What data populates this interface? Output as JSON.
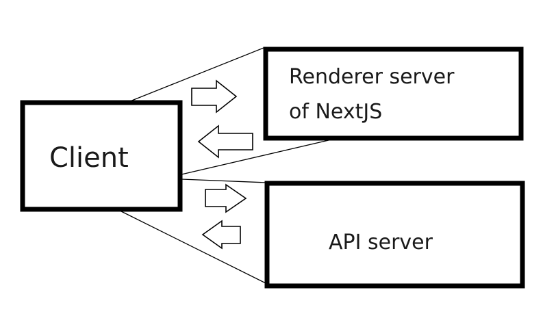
{
  "nodes": {
    "client": {
      "label": "Client"
    },
    "renderer": {
      "line1": "Renderer server",
      "line2": "of NextJS"
    },
    "api": {
      "label": "API server"
    }
  },
  "colors": {
    "background": "#ffffff",
    "stroke": "#000000",
    "text": "#1a1a1a"
  },
  "edges": [
    {
      "from": "client",
      "to": "renderer",
      "direction": "request"
    },
    {
      "from": "renderer",
      "to": "client",
      "direction": "response"
    },
    {
      "from": "client",
      "to": "api",
      "direction": "request"
    },
    {
      "from": "api",
      "to": "client",
      "direction": "response"
    }
  ]
}
